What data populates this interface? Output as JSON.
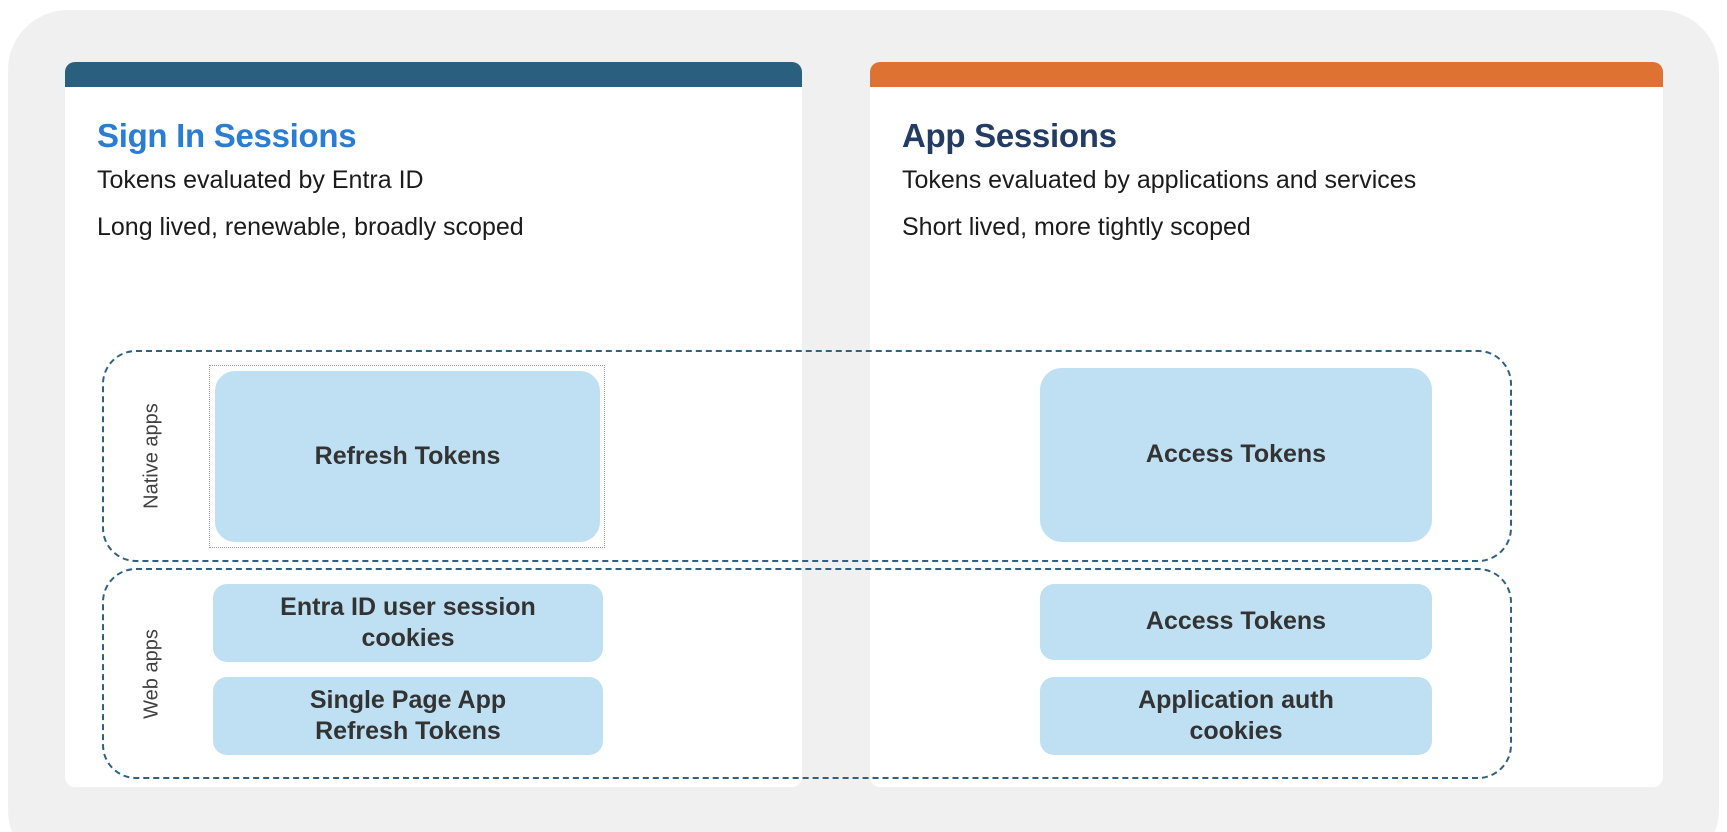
{
  "page": {
    "background": "#ffffff",
    "panel_background": "#f0f0f1"
  },
  "colors": {
    "signin_accent_bar": "#2a5f80",
    "app_accent_bar": "#de7233",
    "signin_title": "#2b7cd3",
    "app_title": "#243c64",
    "token_box_bg": "#bfe0f3",
    "token_box_text": "#333333",
    "group_dashed_border": "#2e6183",
    "selection_dotted_border": "#9b9b9b"
  },
  "cards": {
    "signin": {
      "title": "Sign In Sessions",
      "line1": "Tokens evaluated by Entra ID",
      "line2": "Long lived, renewable, broadly scoped"
    },
    "app": {
      "title": "App Sessions",
      "line1": "Tokens evaluated by applications and services",
      "line2": "Short lived, more tightly scoped"
    }
  },
  "groups": {
    "native": {
      "label": "Native apps",
      "signin_tokens": [
        "Refresh Tokens"
      ],
      "app_tokens": [
        "Access Tokens"
      ]
    },
    "web": {
      "label": "Web apps",
      "signin_tokens": [
        "Entra ID user session\ncookies",
        "Single Page App\nRefresh Tokens"
      ],
      "app_tokens": [
        "Access Tokens",
        "Application auth\ncookies"
      ]
    }
  }
}
